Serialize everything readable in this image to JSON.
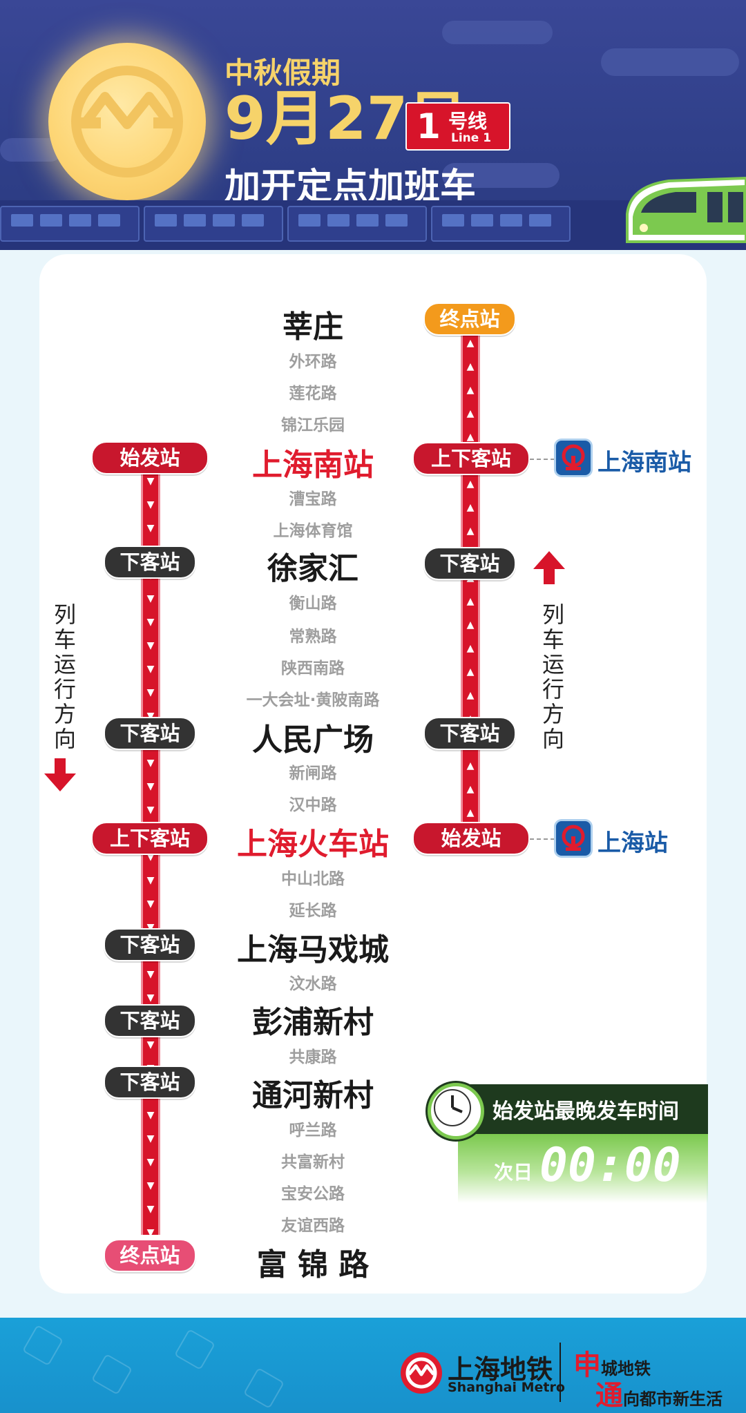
{
  "header": {
    "subtitle": "中秋假期",
    "date": "9月27日",
    "line_number": "1",
    "line_cn": "号线",
    "line_en": "Line 1",
    "caption": "加开定点加班车"
  },
  "colors": {
    "line_red": "#d7142a",
    "dark_pill": "#333333",
    "orange_pill": "#f39a1c",
    "pink_pill": "#e74e75",
    "header_blue": "#3a4796",
    "rail_blue": "#1a5ba7",
    "timer_green": "#7cc94f"
  },
  "stations": [
    {
      "name": "莘庄",
      "major": true
    },
    {
      "name": "外环路",
      "major": false
    },
    {
      "name": "莲花路",
      "major": false
    },
    {
      "name": "锦江乐园",
      "major": false
    },
    {
      "name": "上海南站",
      "major": true,
      "highlight": true
    },
    {
      "name": "漕宝路",
      "major": false
    },
    {
      "name": "上海体育馆",
      "major": false
    },
    {
      "name": "徐家汇",
      "major": true
    },
    {
      "name": "衡山路",
      "major": false
    },
    {
      "name": "常熟路",
      "major": false
    },
    {
      "name": "陕西南路",
      "major": false
    },
    {
      "name": "一大会址·黄陂南路",
      "major": false
    },
    {
      "name": "人民广场",
      "major": true
    },
    {
      "name": "新闸路",
      "major": false
    },
    {
      "name": "汉中路",
      "major": false
    },
    {
      "name": "上海火车站",
      "major": true,
      "highlight": true
    },
    {
      "name": "中山北路",
      "major": false
    },
    {
      "name": "延长路",
      "major": false
    },
    {
      "name": "上海马戏城",
      "major": true
    },
    {
      "name": "汶水路",
      "major": false
    },
    {
      "name": "彭浦新村",
      "major": true
    },
    {
      "name": "共康路",
      "major": false
    },
    {
      "name": "通河新村",
      "major": true
    },
    {
      "name": "呼兰路",
      "major": false
    },
    {
      "name": "共富新村",
      "major": false
    },
    {
      "name": "宝安公路",
      "major": false
    },
    {
      "name": "友谊西路",
      "major": false
    },
    {
      "name": "富 锦 路",
      "major": true
    }
  ],
  "left_route": {
    "tags": [
      "始发站",
      "下客站",
      "下客站",
      "上下客站",
      "下客站",
      "下客站",
      "下客站",
      "终点站"
    ],
    "direction": "列车运行方向"
  },
  "right_route": {
    "tags": [
      "终点站",
      "上下客站",
      "下客站",
      "下客站",
      "始发站"
    ],
    "direction": "列车运行方向"
  },
  "rail_transfers": [
    "上海南站",
    "上海站"
  ],
  "timer": {
    "title": "始发站最晚发车时间",
    "prefix": "次日",
    "time": "00:00"
  },
  "footer": {
    "brand_cn": "上海地铁",
    "brand_en": "Shanghai Metro",
    "slogan_1_big": "申",
    "slogan_1_rest": "城地铁",
    "slogan_2_big": "通",
    "slogan_2_rest": "向都市新生活"
  }
}
